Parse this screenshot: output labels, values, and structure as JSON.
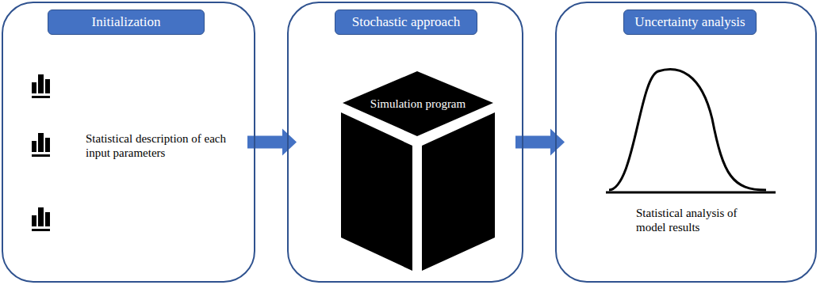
{
  "diagram": {
    "nodes": [
      {
        "text": [
          "Statistical description of each input parameters"
        ]
      },
      {
        "text": [
          "Initialization"
        ],
        "in": 0
      },
      {
        "text": [
          "Simulation program"
        ]
      },
      {
        "text": [
          "Stochastic approach"
        ],
        "in": 2
      },
      {
        "text": [
          "Statistical analysis of model results"
        ]
      },
      {
        "text": [
          "Uncertainty analysis"
        ],
        "in": 4
      }
    ],
    "edges": [
      {
        "from": 0,
        "to": 2,
        "arrow": "to"
      },
      {
        "from": 2,
        "to": 4,
        "arrow": "to"
      }
    ]
  }
}
